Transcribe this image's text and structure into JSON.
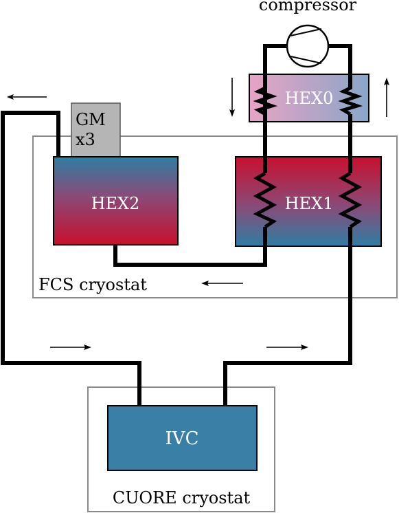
{
  "labels": {
    "compressor": "compressor",
    "hex0": "HEX0",
    "hex1": "HEX1",
    "hex2": "HEX2",
    "gm": "GM",
    "gm_count": "x3",
    "ivc": "IVC",
    "fcs_cryostat": "FCS cryostat",
    "cuore_cryostat": "CUORE cryostat"
  },
  "colors": {
    "pipe": "#000000",
    "cryostat_border": "#8a8a8a",
    "hot_red": "#c8102e",
    "cold_blue": "#2f7ea4",
    "hex0_pink": "#e8a3c4",
    "hex0_blue": "#8aa6c8",
    "gm_gray": "#b5b5b5",
    "ivc_blue": "#3a7fa6"
  },
  "flow_arrows": [
    {
      "id": "top-left",
      "direction": "left"
    },
    {
      "id": "hex0-left-down",
      "direction": "down"
    },
    {
      "id": "hex0-right-up",
      "direction": "up"
    },
    {
      "id": "fcs-return",
      "direction": "left"
    },
    {
      "id": "bottom-left",
      "direction": "right"
    },
    {
      "id": "bottom-right",
      "direction": "right"
    }
  ]
}
